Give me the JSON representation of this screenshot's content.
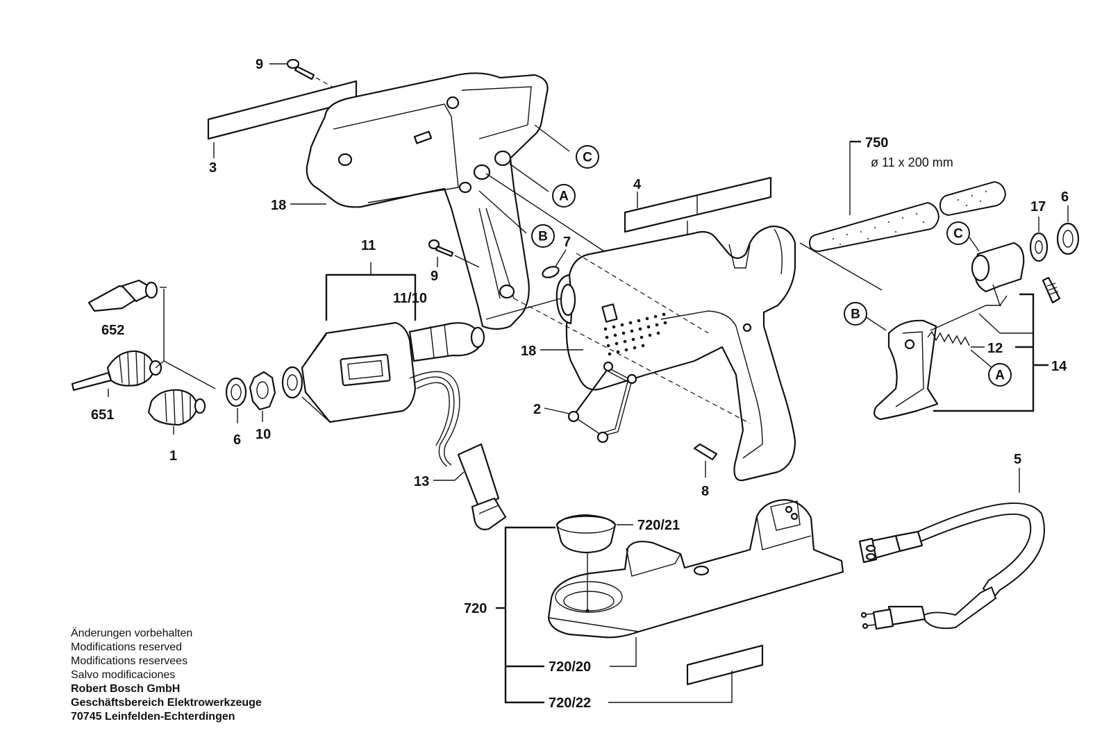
{
  "labels": {
    "p9_top": "9",
    "p3": "3",
    "p18_top": "18",
    "circle_c_top": "C",
    "circle_a_top": "A",
    "circle_b_mid": "B",
    "p7": "7",
    "p9_mid": "9",
    "p11": "11",
    "p11_10": "11/10",
    "p652": "652",
    "p651": "651",
    "p1": "1",
    "p6_left": "6",
    "p10": "10",
    "p4": "4",
    "p18_mid": "18",
    "p2": "2",
    "p13": "13",
    "p8": "8",
    "p750": "750",
    "p750_spec": "ø 11 x 200 mm",
    "circle_c_right": "C",
    "p17": "17",
    "p6_right": "6",
    "circle_b_right": "B",
    "p12": "12",
    "circle_a_right": "A",
    "p14": "14",
    "p5": "5",
    "p720_21": "720/21",
    "p720": "720",
    "p720_20": "720/20",
    "p720_22": "720/22"
  },
  "footer": {
    "line1": "Änderungen vorbehalten",
    "line2": "Modifications reserved",
    "line3": "Modifications reservees",
    "line4": "Salvo modificaciones",
    "company": "Robert Bosch GmbH",
    "division": "Geschäftsbereich Elektrowerkzeuge",
    "address": "70745 Leinfelden-Echterdingen"
  }
}
